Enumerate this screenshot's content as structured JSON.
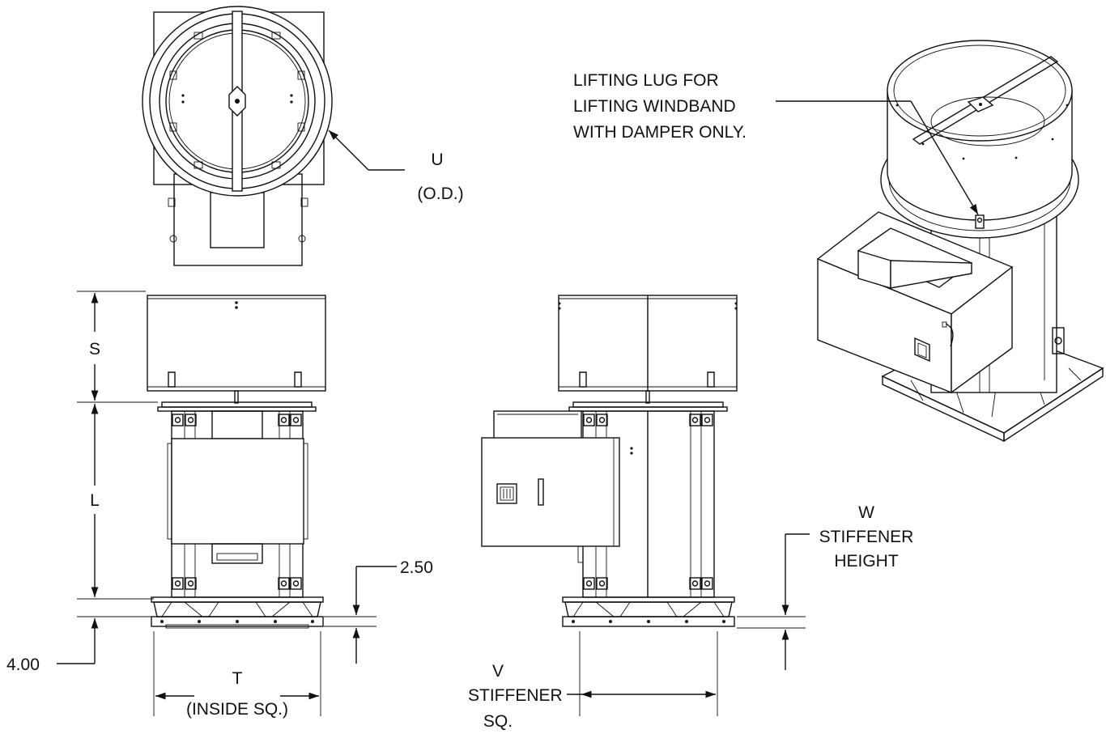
{
  "labels": {
    "u_dim": "U",
    "u_sub": "(O.D.)",
    "s_dim": "S",
    "l_dim": "L",
    "dim_250": "2.50",
    "dim_400": "4.00",
    "t_dim": "T",
    "t_sub": "(INSIDE SQ.)",
    "v_dim": "V",
    "v_line2": "STIFFENER",
    "v_line3": "SQ.",
    "w_dim": "W",
    "w_line2": "STIFFENER",
    "w_line3": "HEIGHT",
    "lug_line1": "LIFTING LUG FOR",
    "lug_line2": "LIFTING WINDBAND",
    "lug_line3": "WITH DAMPER ONLY."
  }
}
